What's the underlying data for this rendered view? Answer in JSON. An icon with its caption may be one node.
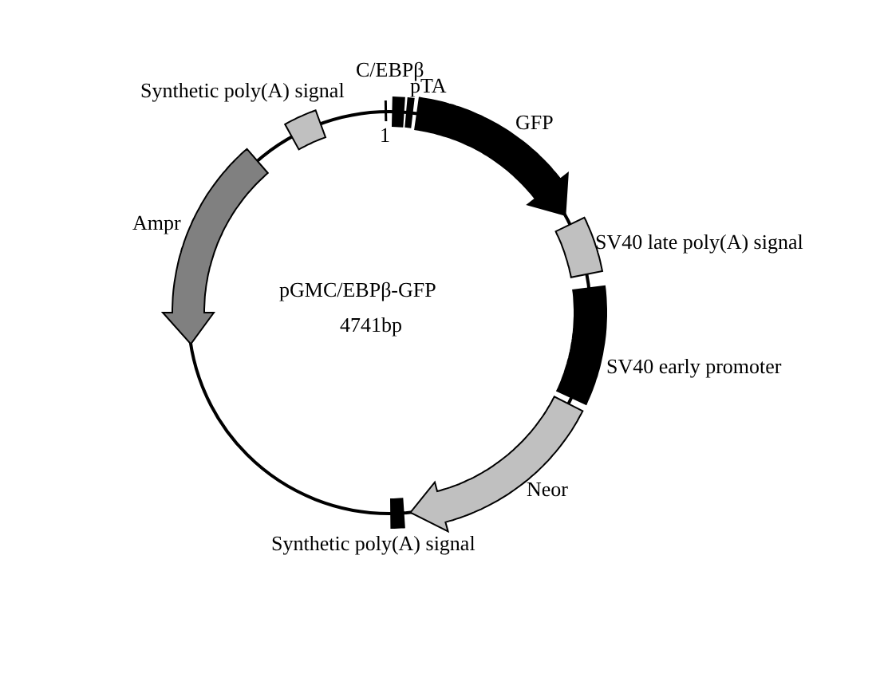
{
  "diagram": {
    "nodes": [
      {
        "text": [
          "pGMC/EBPβ-GFP",
          "4741bp"
        ]
      },
      {
        "text": [
          "C/EBPβ"
        ]
      },
      {
        "text": [
          "pTA"
        ]
      },
      {
        "text": [
          "Synthetic poly(A) signal"
        ]
      },
      {
        "text": [
          "GFP"
        ]
      },
      {
        "text": [
          "SV40 late poly(A) signal"
        ]
      },
      {
        "text": [
          "SV40 early promoter"
        ]
      },
      {
        "text": [
          "Neor"
        ]
      },
      {
        "text": [
          "Synthetic poly(A) signal"
        ]
      },
      {
        "text": [
          "Ampr"
        ]
      }
    ],
    "edges": [],
    "labels": [
      "1"
    ]
  }
}
